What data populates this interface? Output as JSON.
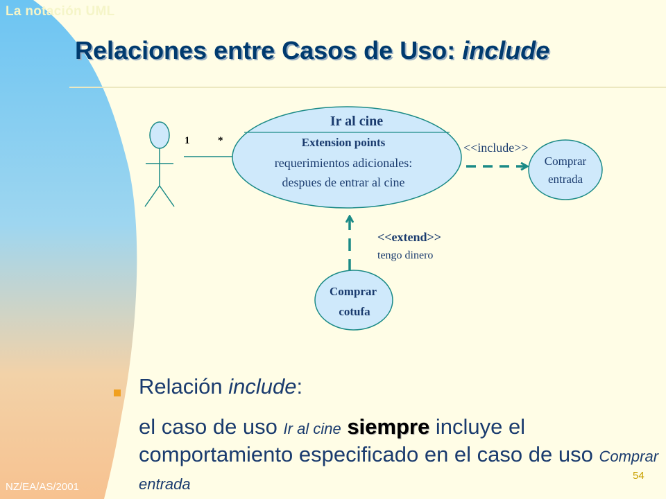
{
  "slide": {
    "header_label": "La notación UML",
    "title_main": "Relaciones entre Casos de Uso: ",
    "title_italic": "include",
    "footer_left": "NZ/EA/AS/2001",
    "page_number": "54"
  },
  "diagram": {
    "multiplicity_left": "1",
    "multiplicity_right": "*",
    "main_use_case": {
      "name": "Ir al cine",
      "section_title": "Extension points",
      "line1": "requerimientos adicionales:",
      "line2": "despues de entrar al cine"
    },
    "include_label": "<<include>>",
    "include_target": {
      "line1": "Comprar",
      "line2": "entrada"
    },
    "extend_label": "<<extend>>",
    "extend_condition": "tengo dinero",
    "extend_source": {
      "line1": "Comprar",
      "line2": "cotufa"
    }
  },
  "bullet": {
    "label_start": "Relación ",
    "label_italic": "include",
    "label_end": ":",
    "text_part1": "el caso de uso ",
    "text_italic1": "Ir al cine",
    "text_bold": "siempre",
    "text_part2": " incluye el comportamiento especificado en el caso de uso ",
    "text_italic2": "Comprar entrada"
  },
  "colors": {
    "background": "#fffde6",
    "left_band": "#7ec8f0",
    "title": "#003a6e",
    "use_case_fill": "#cfe9fb",
    "arrow": "#1a8a86",
    "bullet_text": "#1a3b6e",
    "bullet_square": "#f0a020"
  }
}
